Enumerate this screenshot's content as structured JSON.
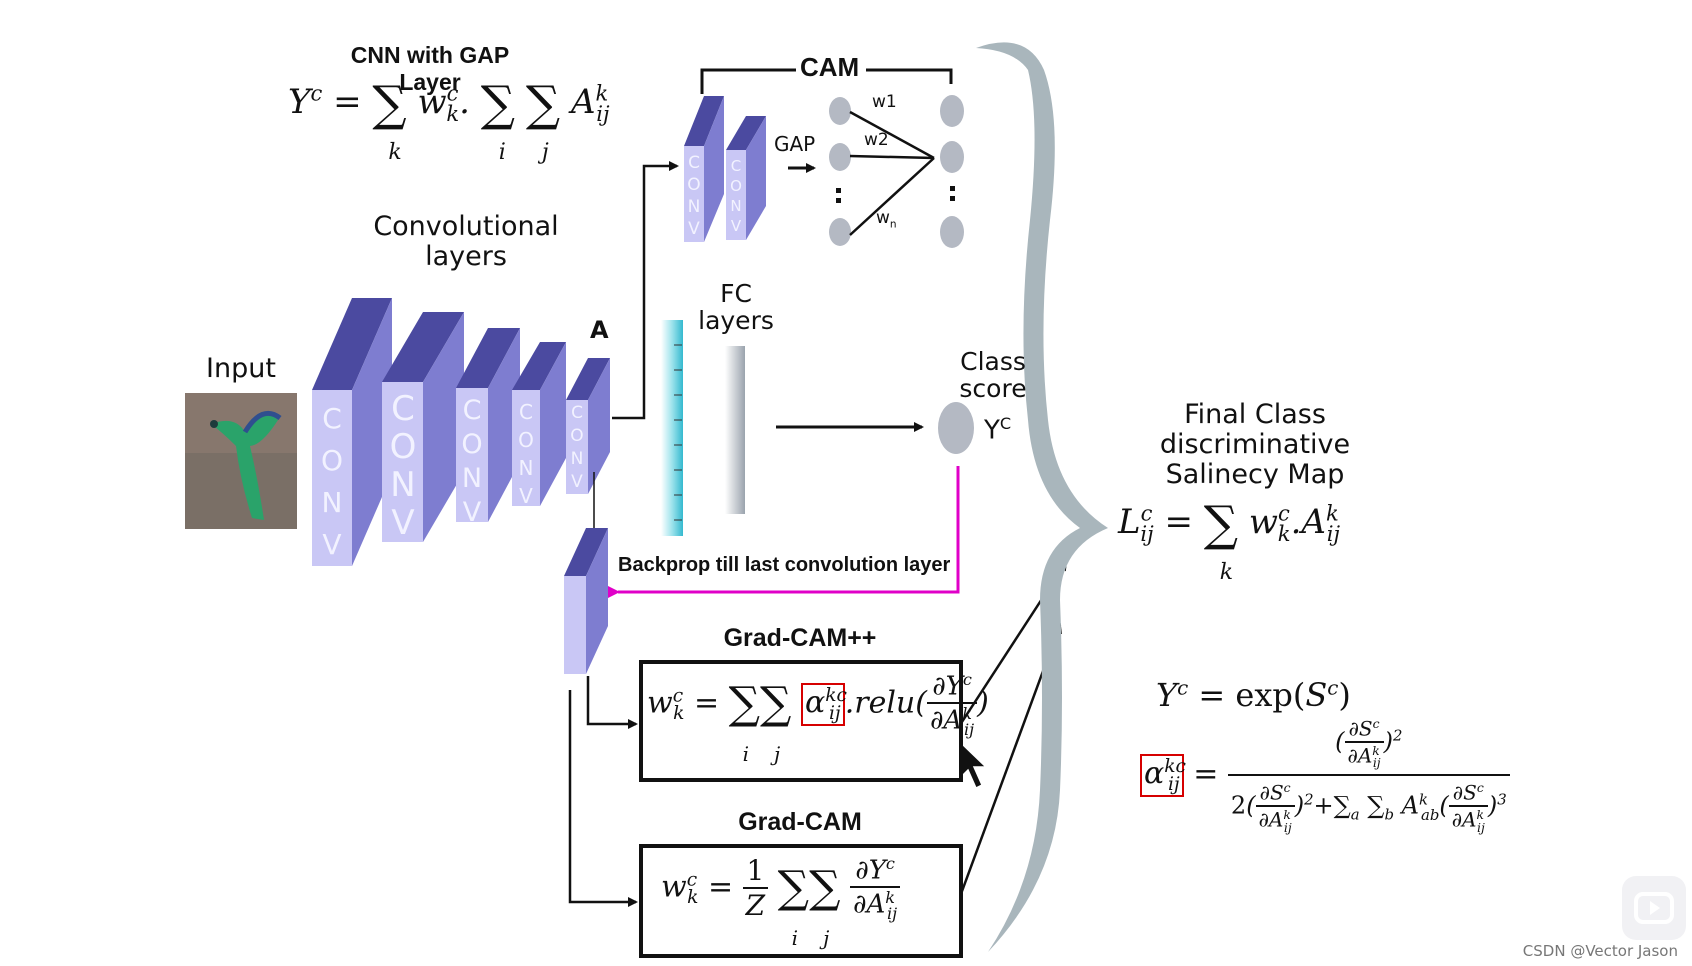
{
  "cnn_gap": {
    "title": "CNN with GAP Layer"
  },
  "labels": {
    "convolutional_layers_1": "Convolutional",
    "convolutional_layers_2": "layers",
    "input": "Input",
    "feature_map_a": "A",
    "fc_1": "FC",
    "fc_2": "layers",
    "class_score_1": "Class",
    "class_score_2": "score",
    "class_score_symbol": "Y",
    "class_score_sup": "C",
    "cam": "CAM",
    "gap": "GAP",
    "w1": "w1",
    "w2": "w2",
    "wn": "w",
    "wn_sub": "n",
    "backprop": "Backprop till last convolution layer",
    "grad_cam_pp": "Grad-CAM++",
    "grad_cam": "Grad-CAM",
    "final_1": "Final Class",
    "final_2": "discriminative",
    "final_3": "Salinecy Map",
    "conv_text": "CONV"
  },
  "colors": {
    "conv_front": "#c9c7f5",
    "conv_top": "#4b4aa0",
    "conv_side": "#7e7dd0",
    "magenta_arrow": "#e000c8",
    "brace": "#a9b6bc",
    "node": "#b4b9c3",
    "fc_cyan": "#5fc8d6",
    "red_box": "#d60000"
  },
  "watermark": "CSDN @Vector Jason"
}
